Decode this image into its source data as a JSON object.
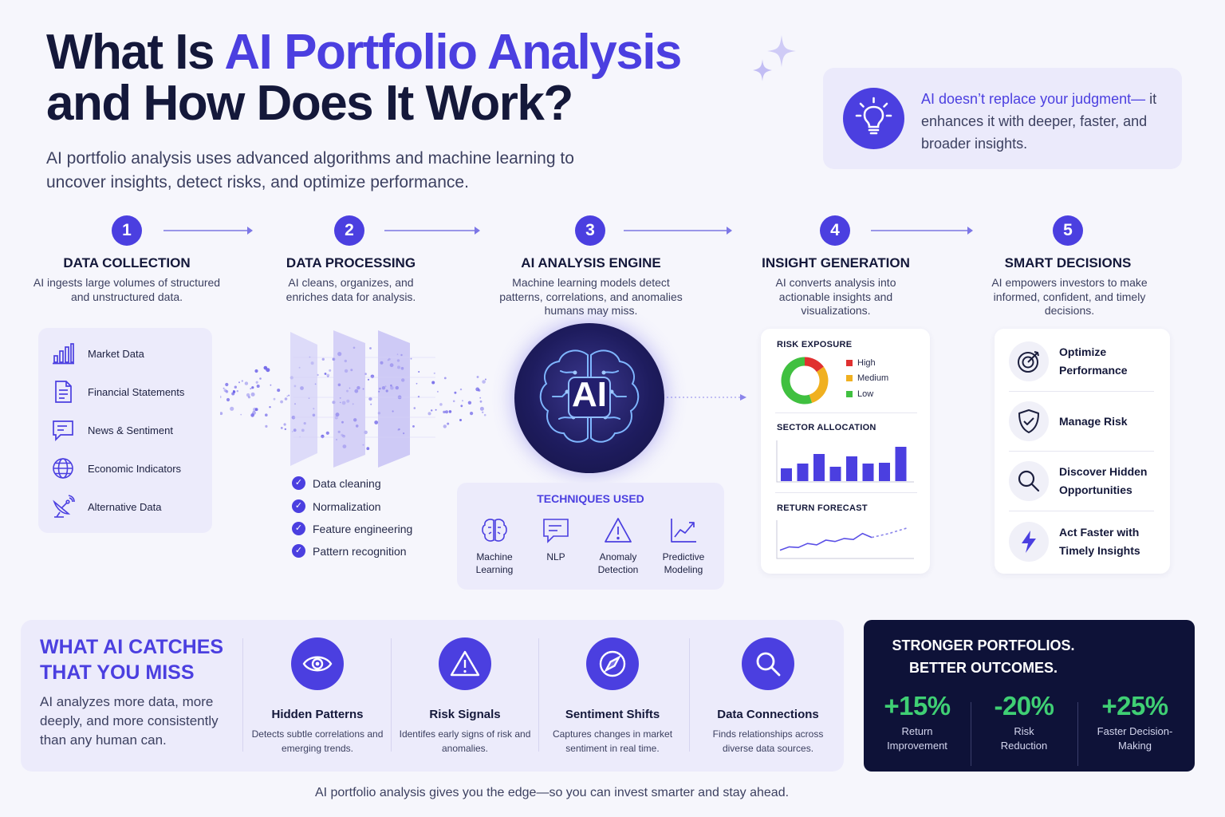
{
  "header": {
    "title_part1": "What Is ",
    "title_accent": "AI Portfolio Analysis",
    "title_line2": "and How Does It Work?",
    "subtitle": "AI portfolio analysis uses advanced algorithms and machine learning to uncover insights, detect risks, and optimize performance."
  },
  "callout": {
    "highlight": "AI doesn’t replace your judgment—",
    "text": "it enhances it with deeper, faster, and broader insights."
  },
  "steps": [
    {
      "num": "1",
      "title": "DATA COLLECTION",
      "desc": "AI ingests large volumes of structured and unstructured data."
    },
    {
      "num": "2",
      "title": "DATA PROCESSING",
      "desc": "AI cleans, organizes, and enriches data for analysis."
    },
    {
      "num": "3",
      "title": "AI ANALYSIS ENGINE",
      "desc": "Machine learning models detect patterns, correlations, and anomalies humans may miss."
    },
    {
      "num": "4",
      "title": "INSIGHT GENERATION",
      "desc": "AI converts analysis into actionable insights and visualizations."
    },
    {
      "num": "5",
      "title": "SMART DECISIONS",
      "desc": "AI empowers investors to make informed, confident, and timely decisions."
    }
  ],
  "data_sources": [
    {
      "label": "Market Data",
      "icon": "bar-chart-icon"
    },
    {
      "label": "Financial Statements",
      "icon": "document-icon"
    },
    {
      "label": "News & Sentiment",
      "icon": "chat-icon"
    },
    {
      "label": "Economic Indicators",
      "icon": "globe-icon"
    },
    {
      "label": "Alternative Data",
      "icon": "satellite-icon"
    }
  ],
  "processing_steps": [
    "Data cleaning",
    "Normalization",
    "Feature engineering",
    "Pattern recognition"
  ],
  "engine": {
    "label": "AI"
  },
  "techniques": {
    "title": "TECHNIQUES USED",
    "items": [
      {
        "label": "Machine Learning",
        "icon": "brain-icon"
      },
      {
        "label": "NLP",
        "icon": "chat-icon"
      },
      {
        "label": "Anomaly Detection",
        "icon": "warning-icon"
      },
      {
        "label": "Predictive Modeling",
        "icon": "trend-icon"
      }
    ]
  },
  "insights": {
    "risk_title": "RISK EXPOSURE",
    "risk_legend": [
      {
        "label": "High",
        "color": "#e03030"
      },
      {
        "label": "Medium",
        "color": "#f0b020"
      },
      {
        "label": "Low",
        "color": "#40c040"
      }
    ],
    "risk_shares": [
      0.15,
      0.3,
      0.55
    ],
    "sector_title": "SECTOR ALLOCATION",
    "sector_values": [
      0.32,
      0.44,
      0.68,
      0.36,
      0.62,
      0.44,
      0.46,
      0.86
    ],
    "forecast_title": "RETURN FORECAST",
    "forecast_values": [
      0.2,
      0.3,
      0.28,
      0.4,
      0.36,
      0.5,
      0.46,
      0.55,
      0.52,
      0.7,
      0.58
    ],
    "forecast_projection": [
      0.58,
      0.64,
      0.7,
      0.78,
      0.86
    ]
  },
  "decisions": [
    {
      "label": "Optimize Performance",
      "icon": "target-icon"
    },
    {
      "label": "Manage Risk",
      "icon": "shield-icon"
    },
    {
      "label": "Discover Hidden Opportunities",
      "icon": "search-icon"
    },
    {
      "label": "Act Faster with Timely Insights",
      "icon": "lightning-icon"
    }
  ],
  "catches": {
    "title": "WHAT AI CATCHES THAT YOU MISS",
    "desc": "AI analyzes more data, more deeply, and more consistently than any human can.",
    "items": [
      {
        "title": "Hidden Patterns",
        "desc": "Detects subtle correlations and emerging trends.",
        "icon": "eye-icon"
      },
      {
        "title": "Risk Signals",
        "desc": "Identifes early signs of risk and anomalies.",
        "icon": "warning-icon"
      },
      {
        "title": "Sentiment Shifts",
        "desc": "Captures changes in market sentiment in real time.",
        "icon": "compass-icon"
      },
      {
        "title": "Data Connections",
        "desc": "Finds relationships across diverse data sources.",
        "icon": "search-icon"
      }
    ]
  },
  "outcomes": {
    "title_line1": "STRONGER PORTFOLIOS.",
    "title_line2": "BETTER OUTCOMES.",
    "stats": [
      {
        "value": "+15%",
        "label": "Return Improvement"
      },
      {
        "value": "-20%",
        "label": "Risk Reduction"
      },
      {
        "value": "+25%",
        "label": "Faster Decision-Making"
      }
    ]
  },
  "footer": "AI portfolio analysis gives you the edge—so you can invest smarter and stay ahead.",
  "colors": {
    "accent": "#4b3fe0",
    "dark": "#0e1238",
    "positive": "#3fcf74"
  }
}
